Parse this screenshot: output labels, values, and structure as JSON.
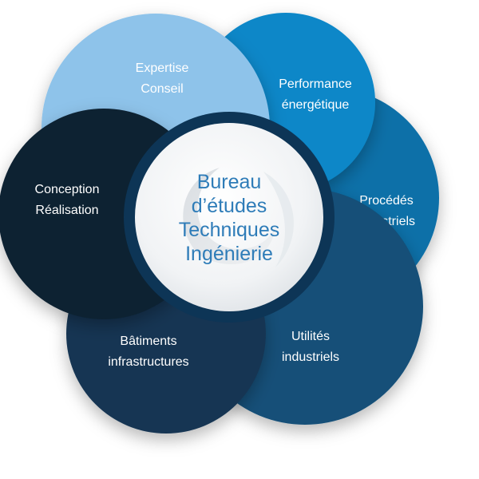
{
  "center": {
    "lines": [
      "Bureau",
      "d’études",
      "Techniques",
      "Ingénierie"
    ],
    "text_color": "#2e7cb8"
  },
  "petals": [
    {
      "id": "expertise",
      "lines": [
        "Expertise",
        "Conseil"
      ],
      "color": "#8ec3ea"
    },
    {
      "id": "performance",
      "lines": [
        "Performance",
        "énergétique"
      ],
      "color": "#0c87c8"
    },
    {
      "id": "procedes",
      "lines": [
        "Procédés",
        "industriels"
      ],
      "color": "#0e6fa8"
    },
    {
      "id": "utilites",
      "lines": [
        "Utilités",
        "industriels"
      ],
      "color": "#124f78"
    },
    {
      "id": "batiments",
      "lines": [
        "Bâtiments",
        "infrastructures"
      ],
      "color": "#153653"
    },
    {
      "id": "conception",
      "lines": [
        "Conception",
        "Réalisation"
      ],
      "color": "#0c2032"
    }
  ],
  "ring_color": "#0d3556"
}
